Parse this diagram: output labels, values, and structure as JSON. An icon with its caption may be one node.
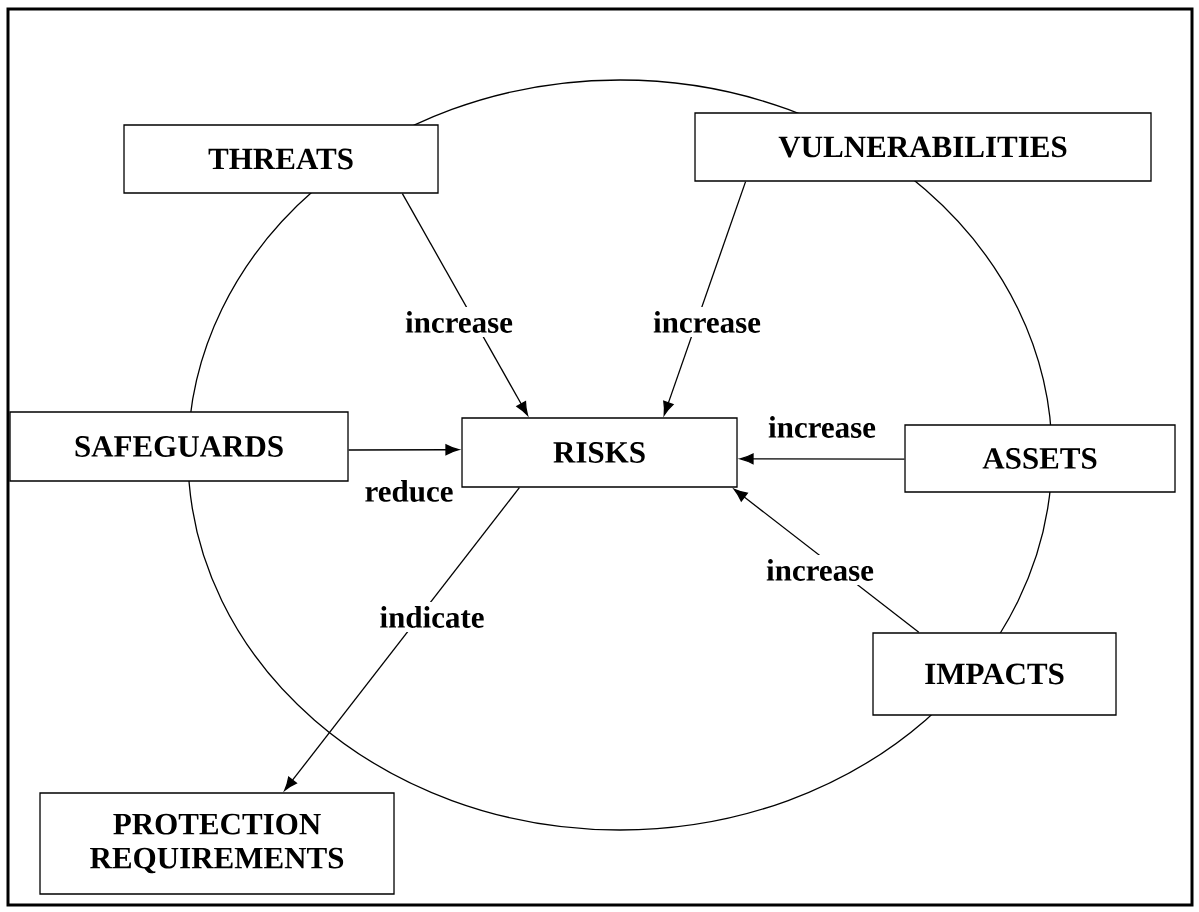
{
  "diagram": {
    "nodes": [
      {
        "text": [
          "THREATS"
        ]
      },
      {
        "text": [
          "VULNERABILITIES"
        ]
      },
      {
        "text": [
          "SAFEGUARDS"
        ]
      },
      {
        "text": [
          "RISKS"
        ]
      },
      {
        "text": [
          "ASSETS"
        ]
      },
      {
        "text": [
          "IMPACTS"
        ]
      },
      {
        "text": [
          "PROTECTION REQUIREMENTS"
        ]
      }
    ],
    "edges": [
      {
        "from": 0,
        "to": 3,
        "arrow": "to",
        "label": "increase"
      },
      {
        "from": 1,
        "to": 3,
        "arrow": "to",
        "label": "increase"
      },
      {
        "from": 2,
        "to": 3,
        "arrow": "to",
        "label": "reduce"
      },
      {
        "from": 4,
        "to": 3,
        "arrow": "to",
        "label": "increase"
      },
      {
        "from": 5,
        "to": 3,
        "arrow": "to",
        "label": "increase"
      },
      {
        "from": 3,
        "to": 6,
        "arrow": "to",
        "label": "indicate"
      }
    ]
  }
}
